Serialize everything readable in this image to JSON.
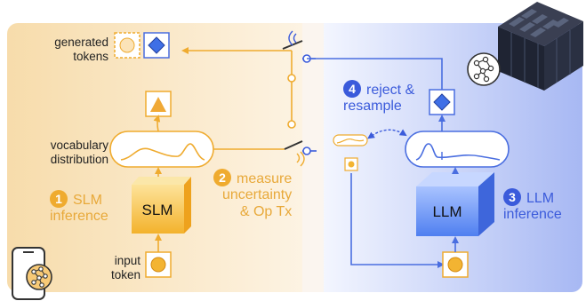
{
  "labels": {
    "generated_tokens_line1": "generated",
    "generated_tokens_line2": "tokens",
    "vocab_line1": "vocabulary",
    "vocab_line2": "distribution",
    "input_token_line1": "input",
    "input_token_line2": "token",
    "slm_box": "SLM",
    "llm_box": "LLM"
  },
  "steps": [
    {
      "number": "1",
      "line1": "SLM",
      "line2": "inference"
    },
    {
      "number": "2",
      "line1": "measure",
      "line2": "uncertainty",
      "line3": "& Op Tx"
    },
    {
      "number": "3",
      "line1": "LLM",
      "line2": "inference"
    },
    {
      "number": "4",
      "line1": "reject &",
      "line2": "resample"
    }
  ],
  "colors": {
    "slm_orange": "#efab2f",
    "llm_blue": "#4a6ee0",
    "step_blue": "#3b5bdb",
    "panel_left": "#f8dfb1",
    "panel_right": "#a9b9f4"
  },
  "icons": [
    "smartphone-icon",
    "neural-network-icon",
    "server-rack-icon",
    "antenna-icon",
    "switch-icon"
  ]
}
